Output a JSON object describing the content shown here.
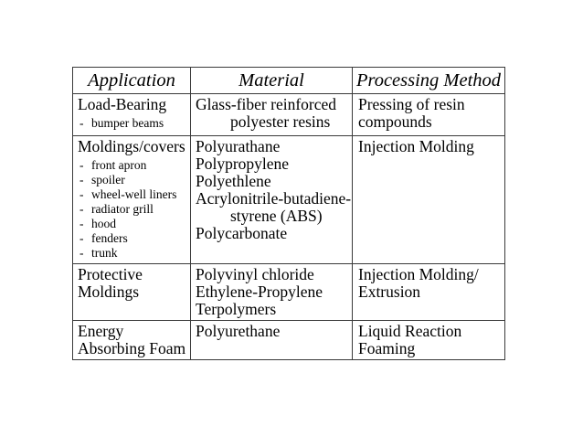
{
  "page": {
    "background": "#ffffff"
  },
  "table": {
    "border_color": "#3a3a3a",
    "text_color": "#000000",
    "bullet_char": "-",
    "headers": [
      "Application",
      "Material",
      "Processing Method"
    ],
    "rows": [
      {
        "application": {
          "lines": [
            "Load-Bearing"
          ],
          "sub_items": [
            "bumper beams"
          ]
        },
        "material": {
          "lines": [
            {
              "text": "Glass-fiber reinforced"
            },
            {
              "text": "polyester resins",
              "indent": true
            }
          ]
        },
        "processing": {
          "lines": [
            "Pressing of resin",
            "compounds"
          ]
        }
      },
      {
        "application": {
          "lines": [
            "Moldings/covers"
          ],
          "sub_items": [
            "front apron",
            "spoiler",
            "wheel-well liners",
            "radiator grill",
            "hood",
            "fenders",
            "trunk"
          ]
        },
        "material": {
          "lines": [
            {
              "text": "Polyurathane"
            },
            {
              "text": "Polypropylene"
            },
            {
              "text": "Polyethlene"
            },
            {
              "text": "Acrylonitrile-butadiene-"
            },
            {
              "text": "styrene (ABS)",
              "indent": true
            },
            {
              "text": "Polycarbonate"
            }
          ]
        },
        "processing": {
          "lines": [
            "Injection Molding"
          ]
        }
      },
      {
        "application": {
          "lines": [
            "Protective",
            "Moldings"
          ],
          "sub_items": []
        },
        "material": {
          "lines": [
            {
              "text": "Polyvinyl chloride"
            },
            {
              "text": "Ethylene-Propylene"
            },
            {
              "text": "Terpolymers"
            }
          ]
        },
        "processing": {
          "lines": [
            "Injection Molding/",
            "Extrusion"
          ]
        }
      },
      {
        "application": {
          "lines": [
            "Energy",
            "Absorbing Foam"
          ],
          "sub_items": []
        },
        "material": {
          "lines": [
            {
              "text": "Polyurethane"
            }
          ]
        },
        "processing": {
          "lines": [
            "Liquid Reaction",
            "Foaming"
          ]
        }
      }
    ]
  }
}
